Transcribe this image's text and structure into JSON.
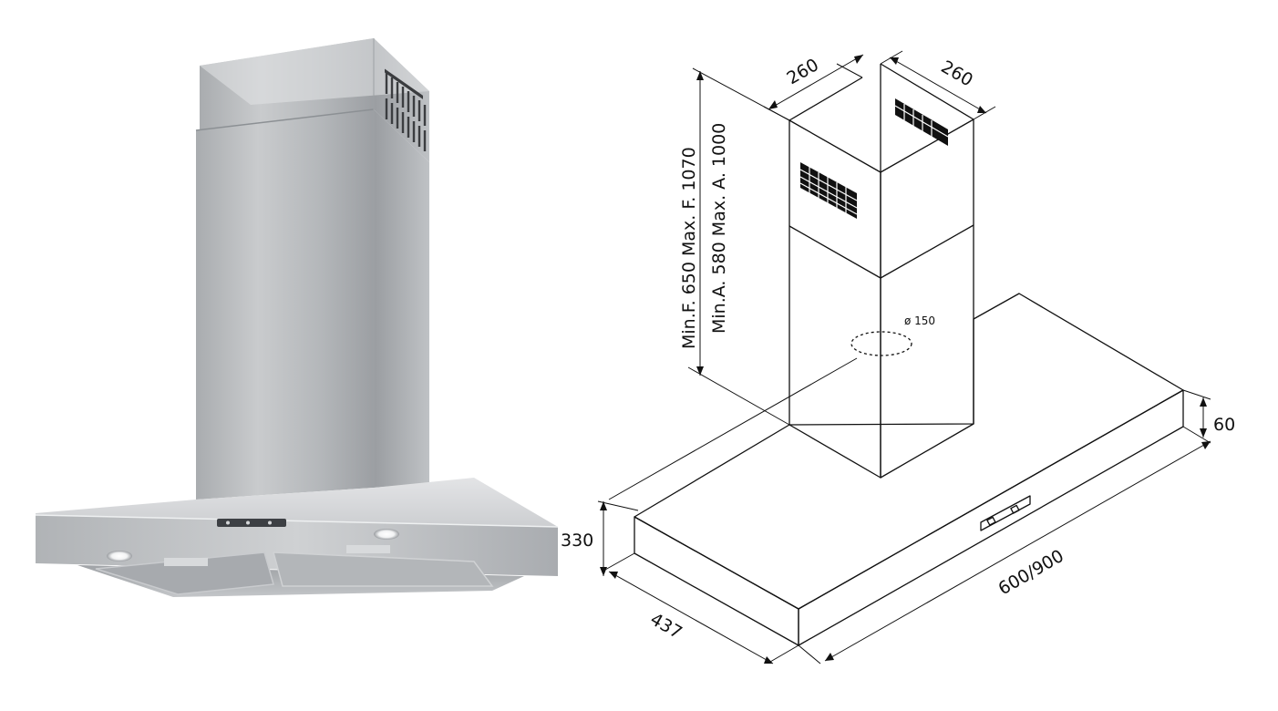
{
  "colors": {
    "steel_light": "#d4d6d8",
    "steel_mid": "#b7babd",
    "steel_dark": "#8f9397",
    "line": "#111111",
    "background": "#ffffff"
  },
  "photo": {
    "subject": "chimney-hood-photo",
    "control_panel": "control-panel",
    "lamps": [
      "lamp-left",
      "lamp-right"
    ]
  },
  "dimensions": {
    "chimney_width": "260",
    "chimney_depth": "260",
    "height_range_f": "Min.F. 650 Max. F. 1070",
    "height_range_a": "Min.A. 580  Max. A. 1000",
    "duct_diameter": "ø 150",
    "canopy_thickness": "60",
    "canopy_height": "330",
    "canopy_width": "600/900",
    "canopy_depth": "437"
  }
}
